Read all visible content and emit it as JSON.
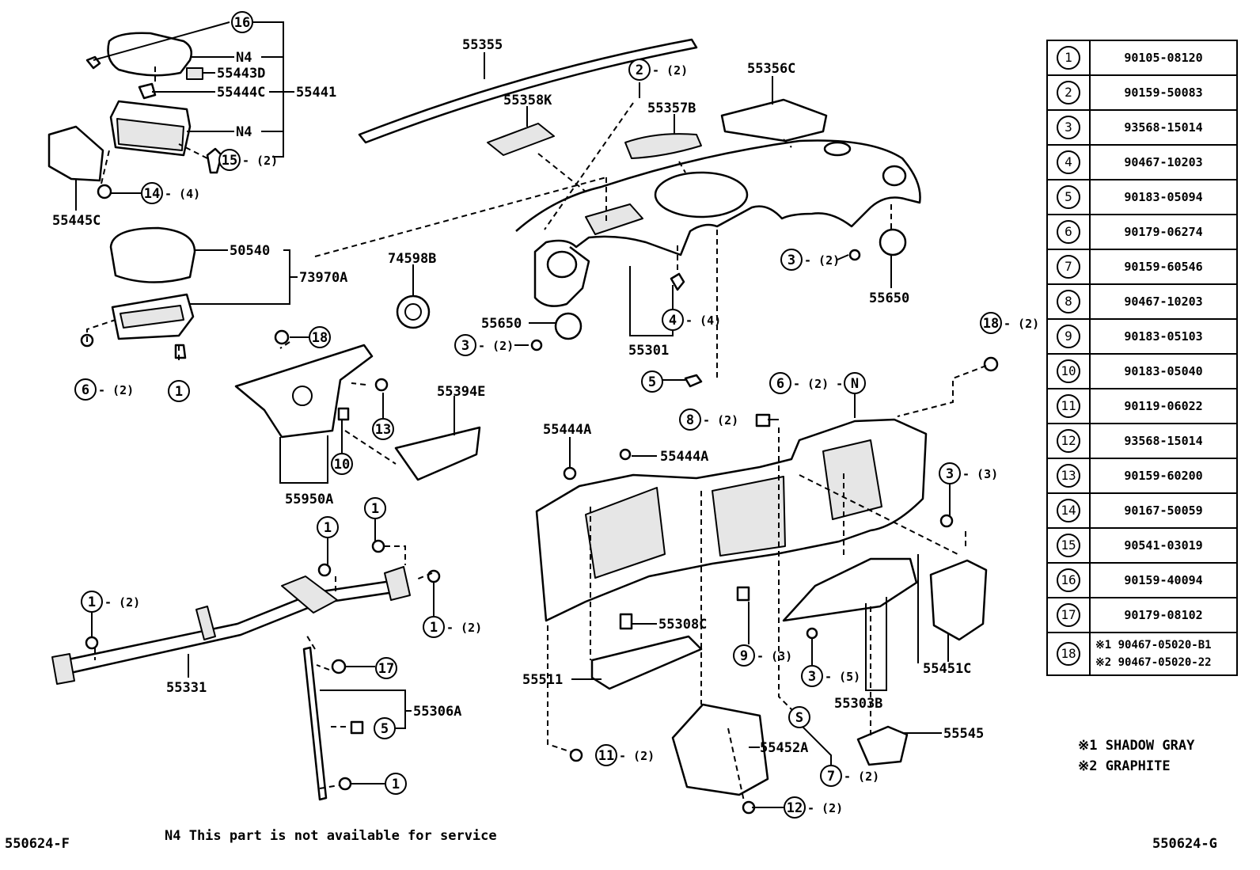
{
  "page": {
    "code_left": "550624-F",
    "code_right": "550624-G",
    "footnote": "N4 This part is not available for service"
  },
  "legend_notes": [
    {
      "mark": "※1",
      "text": "SHADOW GRAY"
    },
    {
      "mark": "※2",
      "text": "GRAPHITE"
    }
  ],
  "reference_table": [
    {
      "num": "1",
      "parts": [
        "90105-08120"
      ]
    },
    {
      "num": "2",
      "parts": [
        "90159-50083"
      ]
    },
    {
      "num": "3",
      "parts": [
        "93568-15014"
      ]
    },
    {
      "num": "4",
      "parts": [
        "90467-10203"
      ]
    },
    {
      "num": "5",
      "parts": [
        "90183-05094"
      ]
    },
    {
      "num": "6",
      "parts": [
        "90179-06274"
      ]
    },
    {
      "num": "7",
      "parts": [
        "90159-60546"
      ]
    },
    {
      "num": "8",
      "parts": [
        "90467-10203"
      ]
    },
    {
      "num": "9",
      "parts": [
        "90183-05103"
      ]
    },
    {
      "num": "10",
      "parts": [
        "90183-05040"
      ]
    },
    {
      "num": "11",
      "parts": [
        "90119-06022"
      ]
    },
    {
      "num": "12",
      "parts": [
        "93568-15014"
      ]
    },
    {
      "num": "13",
      "parts": [
        "90159-60200"
      ]
    },
    {
      "num": "14",
      "parts": [
        "90167-50059"
      ]
    },
    {
      "num": "15",
      "parts": [
        "90541-03019"
      ]
    },
    {
      "num": "16",
      "parts": [
        "90159-40094"
      ]
    },
    {
      "num": "17",
      "parts": [
        "90179-08102"
      ]
    },
    {
      "num": "18",
      "parts": [
        "※1 90467-05020-B1",
        "※2 90467-05020-22"
      ]
    }
  ],
  "part_labels": {
    "p55355": "55355",
    "p55358K": "55358K",
    "p55357B": "55357B",
    "p55356C": "55356C",
    "p55443D": "55443D",
    "p55444C": "55444C",
    "p55441": "55441",
    "p55445C": "55445C",
    "p50540": "50540",
    "p73970A": "73970A",
    "p74598B": "74598B",
    "p55650a": "55650",
    "p55650b": "55650",
    "p55301": "55301",
    "p55394E": "55394E",
    "p55950A": "55950A",
    "p55444Aa": "55444A",
    "p55444Ab": "55444A",
    "p55308C": "55308C",
    "p55511": "55511",
    "p55331": "55331",
    "p55306A": "55306A",
    "p55452A": "55452A",
    "p55545": "55545",
    "p55303B": "55303B",
    "p55451C": "55451C",
    "n4a": "N4",
    "n4b": "N4"
  },
  "callouts": {
    "c16": "16",
    "c15": "15",
    "c14": "14",
    "c2": "2",
    "c3a": "3",
    "c3b": "3",
    "c4": "4",
    "c5a": "5",
    "c6a": "6",
    "c1a": "1",
    "c18a": "18",
    "c13": "13",
    "c10": "10",
    "c18b": "18",
    "c6b": "6",
    "cN": "N",
    "c8": "8",
    "c3c": "3",
    "c9": "9",
    "c3d": "3",
    "c1b": "1",
    "c1c": "1",
    "c1d": "1",
    "c1e": "1",
    "c17": "17",
    "c5b": "5",
    "c1f": "1",
    "c11": "11",
    "cS": "S",
    "c7": "7",
    "c12": "12"
  },
  "quantities": {
    "q15": "- (2)",
    "q14": "- (4)",
    "q2": "- (2)",
    "q3a": "- (2)",
    "q3b": "- (2)",
    "q4": "- (4)",
    "q6a": "- (2)",
    "q18b": "- (2)",
    "q6b": "- (2) -",
    "q8": "- (2)",
    "q3c": "- (3)",
    "q9": "- (3)",
    "q3d": "- (5)",
    "q1b": "- (2)",
    "q1e": "- (2)",
    "q11": "- (2)",
    "q7": "- (2)",
    "q12": "- (2)"
  }
}
